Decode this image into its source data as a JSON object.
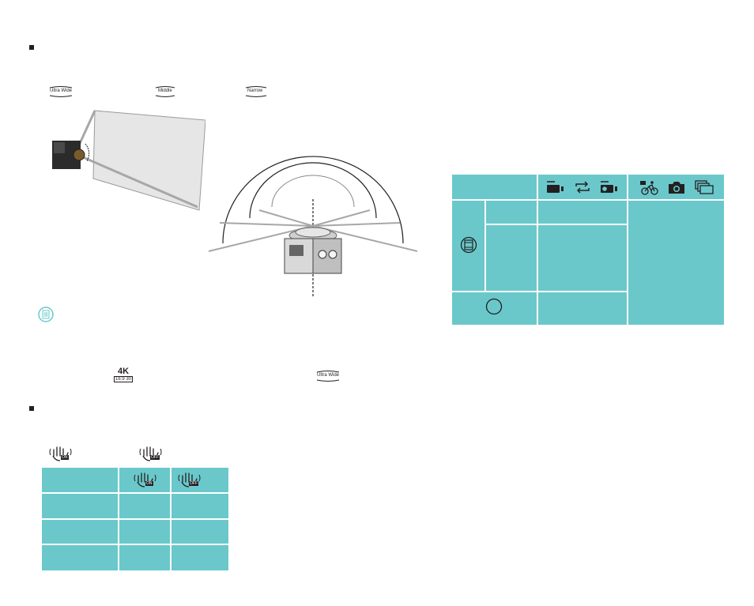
{
  "fov_icons": {
    "ultra_wide": "Ultra Wide",
    "middle": "Middle",
    "narrow": "Narrow"
  },
  "resolution_icon": {
    "main": "4K",
    "sub": "16:9 30"
  },
  "stabilizer_icons": {
    "on": "ON",
    "off": "OFF"
  },
  "colors": {
    "table_fill": "#6ac8cb",
    "text": "#231f20"
  },
  "icons": [
    "bullet-square-icon",
    "ultra-wide-icon",
    "middle-icon",
    "narrow-icon",
    "note-icon",
    "resolution-4k-icon",
    "hand-shake-on-icon",
    "hand-shake-off-icon",
    "video-icon",
    "loop-icon",
    "timelapse-icon",
    "sport-icon",
    "camera-icon",
    "burst-icon",
    "front-lens-mode-icon",
    "round-mode-icon"
  ]
}
